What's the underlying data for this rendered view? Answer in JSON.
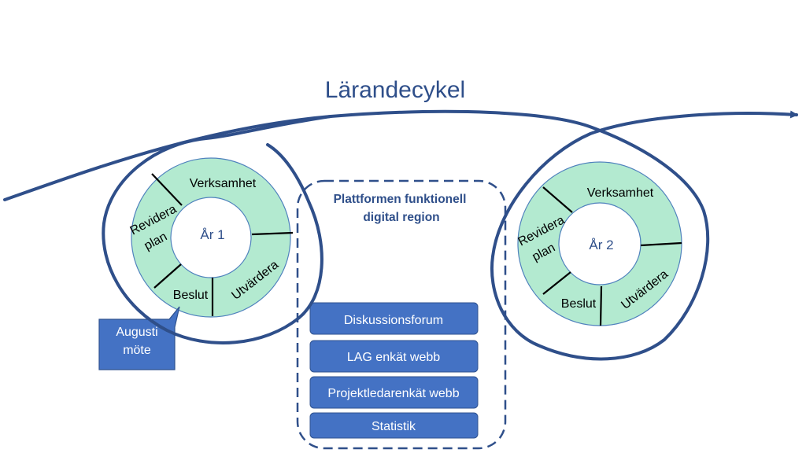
{
  "title": "Lärandecykel",
  "cycle_year1": {
    "center": "År 1",
    "segments": {
      "verksamhet": "Verksamhet",
      "utvardera": "Utvärdera",
      "beslut": "Beslut",
      "revidera_1": "Revidera",
      "revidera_2": "plan"
    }
  },
  "cycle_year2": {
    "center": "År 2",
    "segments": {
      "verksamhet": "Verksamhet",
      "utvardera": "Utvärdera",
      "beslut": "Beslut",
      "revidera_1": "Revidera",
      "revidera_2": "plan"
    }
  },
  "callout": {
    "line1": "Augusti",
    "line2": "möte"
  },
  "platform": {
    "title_line1": "Plattformen funktionell",
    "title_line2": "digital region",
    "items": [
      "Diskussionsforum",
      "LAG enkät webb",
      "Projektledarenkät webb",
      "Statistik"
    ]
  },
  "colors": {
    "navy": "#2f4f8a",
    "ring_fill": "#b3ead0",
    "ring_stroke": "#4f81bd",
    "box_fill": "#4472c4",
    "box_stroke": "#2f528f"
  }
}
